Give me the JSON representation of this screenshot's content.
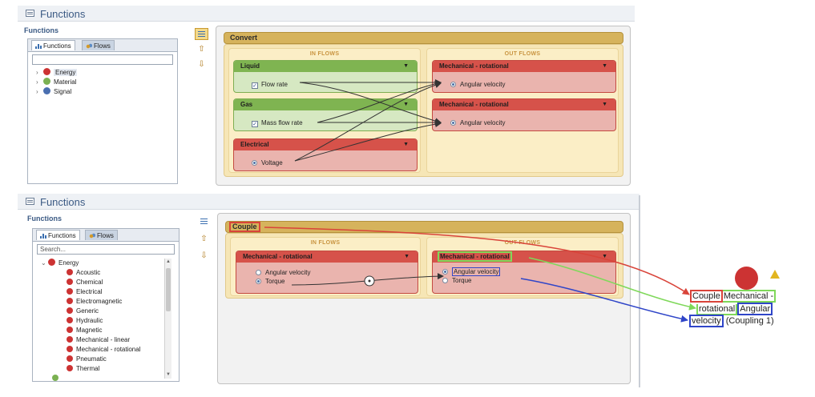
{
  "top": {
    "view_title": "Functions",
    "section_label": "Functions",
    "tabs": {
      "functions": "Functions",
      "flows": "Flows"
    },
    "tree": [
      {
        "label": "Energy",
        "color": "#cc3333"
      },
      {
        "label": "Material",
        "color": "#7bb152"
      },
      {
        "label": "Signal",
        "color": "#4a6fb0"
      }
    ],
    "function": {
      "name": "Convert",
      "in_flows_title": "IN FLOWS",
      "out_flows_title": "OUT FLOWS",
      "in_flows": [
        {
          "header": "Liquid",
          "item": "Flow rate"
        },
        {
          "header": "Gas",
          "item": "Mass flow rate"
        },
        {
          "header": "Electrical",
          "item": "Voltage"
        }
      ],
      "out_flows": [
        {
          "header": "Mechanical - rotational",
          "item": "Angular velocity"
        },
        {
          "header": "Mechanical - rotational",
          "item": "Angular velocity"
        }
      ]
    }
  },
  "bottom": {
    "view_title": "Functions",
    "section_label": "Functions",
    "tabs": {
      "functions": "Functions",
      "flows": "Flows"
    },
    "search_placeholder": "Search...",
    "tree_root": {
      "label": "Energy",
      "color": "#cc3333"
    },
    "tree_children": [
      "Acoustic",
      "Chemical",
      "Electrical",
      "Electromagnetic",
      "Generic",
      "Hydraulic",
      "Magnetic",
      "Mechanical - linear",
      "Mechanical - rotational",
      "Pneumatic",
      "Thermal"
    ],
    "child_color": "#cc3333",
    "function": {
      "name": "Couple",
      "in_flows_title": "IN FLOWS",
      "out_flows_title": "OUT FLOWS",
      "in_flow": {
        "header": "Mechanical - rotational",
        "items": [
          "Angular velocity",
          "Torque"
        ]
      },
      "out_flow": {
        "header": "Mechanical - rotational",
        "items": [
          "Angular velocity",
          "Torque"
        ]
      }
    }
  },
  "mapping": {
    "node_color": "#cc3333",
    "couple": "Couple",
    "mech_1": "Mechanical -",
    "mech_2": "rotational",
    "angular_1": "Angular",
    "angular_2": "velocity",
    "coupling": "(Coupling 1)",
    "colors": {
      "red": "#d9443a",
      "green": "#7fd85a",
      "blue": "#2f45c8",
      "line": "#333333"
    }
  }
}
